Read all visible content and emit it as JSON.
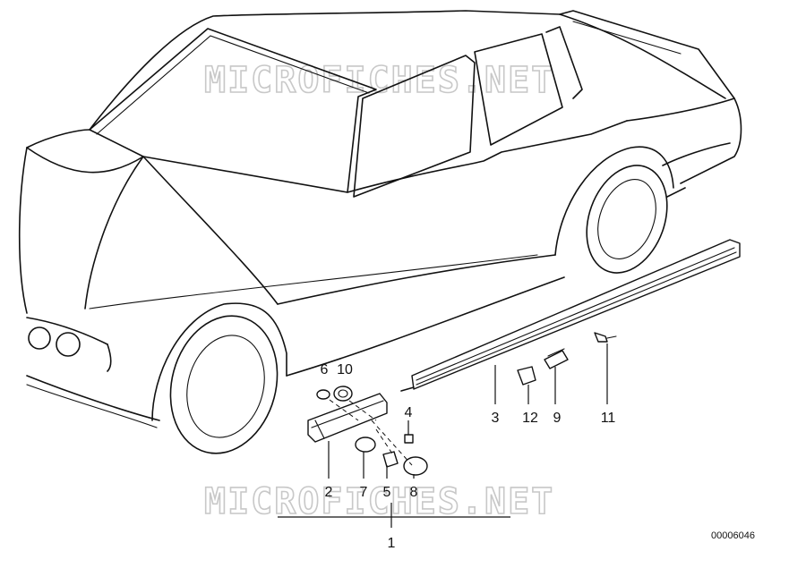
{
  "watermark": "MICROFICHES.NET",
  "drawing_number": "00006046",
  "callouts": {
    "c1": "1",
    "c2": "2",
    "c3": "3",
    "c4": "4",
    "c5": "5",
    "c6": "6",
    "c7": "7",
    "c8": "8",
    "c9": "9",
    "c10": "10",
    "c11": "11",
    "c12": "12"
  }
}
